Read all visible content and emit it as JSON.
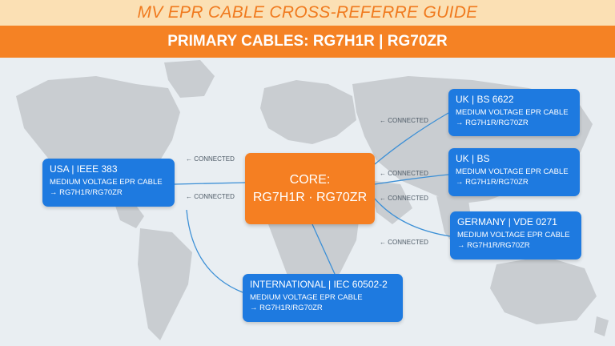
{
  "header": {
    "title": "MV EPR CABLE CROSS-REFERRE GUIDE",
    "subtitle": "PRIMARY CABLES: RG7H1R | RG70ZR"
  },
  "core": {
    "line1": "CORE:",
    "line2": "RG7H1R · RG70ZR"
  },
  "nodes": [
    {
      "id": "usa",
      "heading": "USA | IEEE 383",
      "type": "MEDIUM VOLTAGE EPR CABLE",
      "cables": "→ RG7H1R/RG70ZR"
    },
    {
      "id": "uk1",
      "heading": "UK | BS 6622",
      "type": "MEDIUM VOLTAGE EPR CABLE",
      "cables": "→ RG7H1R/RG70ZR"
    },
    {
      "id": "uk2",
      "heading": "UK | BS",
      "type": "MEDIUM VOLTAGE EPR CABLE",
      "cables": "→ RG7H1R/RG70ZR"
    },
    {
      "id": "germany",
      "heading": "GERMANY | VDE 0271",
      "type": "MEDIUM VOLTAGE EPR CABLE",
      "cables": "→ RG7H1R/RG70ZR"
    },
    {
      "id": "international",
      "heading": "INTERNATIONAL | IEC 60502-2",
      "type": "MEDIUM VOLTAGE EPR CABLE",
      "cables": "→ RG7H1R/RG70ZR"
    }
  ],
  "connectors": {
    "usa_top": "← CONNECTED",
    "usa_bottom": "← CONNECTED",
    "uk1": "← CONNECTED",
    "uk2_top": "← CONNECTED",
    "uk2_bottom": "← CONNECTED",
    "germany": "← CONNECTED"
  },
  "colors": {
    "title_bg": "#fbe0b4",
    "title_text": "#f07a1e",
    "banner_bg": "#f58224",
    "node_bg": "#1e7ae0",
    "core_bg": "#f57f22",
    "link_line": "#3b8fd6",
    "map_ocean": "#e9eef2",
    "map_land": "#c9cdd1"
  }
}
